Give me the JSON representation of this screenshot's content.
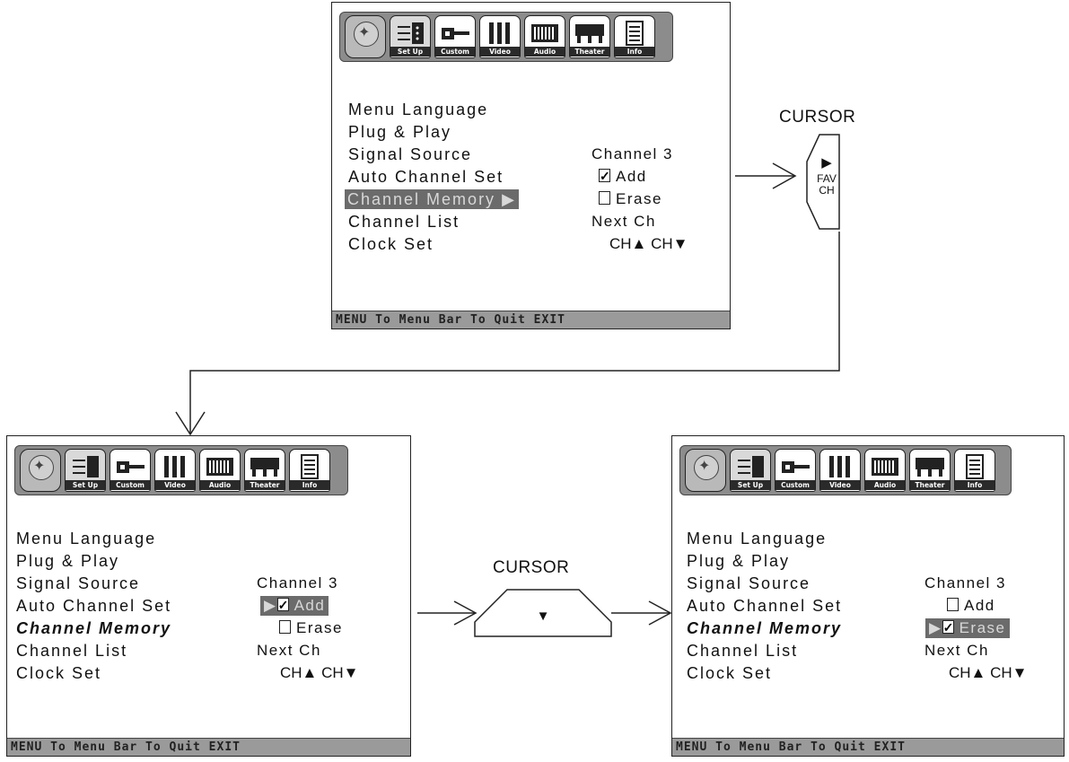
{
  "tabs": [
    {
      "label": "",
      "icon": "navigation-diamond-icon"
    },
    {
      "label": "Set Up",
      "icon": "setup-icon"
    },
    {
      "label": "Custom",
      "icon": "custom-icon"
    },
    {
      "label": "Video",
      "icon": "video-icon"
    },
    {
      "label": "Audio",
      "icon": "audio-icon"
    },
    {
      "label": "Theater",
      "icon": "theater-icon"
    },
    {
      "label": "Info",
      "icon": "info-icon"
    }
  ],
  "menu": {
    "menu_language": "Menu Language",
    "plug_play": "Plug & Play",
    "signal_source": "Signal Source",
    "auto_channel_set": "Auto Channel Set",
    "channel_memory": "Channel Memory",
    "channel_list": "Channel List",
    "clock_set": "Clock Set"
  },
  "values": {
    "signal_source_value": "Channel  3",
    "add": "Add",
    "erase": "Erase",
    "next_ch": "Next Ch",
    "ch_updown": "CH▲ CH▼",
    "submenu_arrow": "▶"
  },
  "status_bar": "MENU To Menu Bar  To Quit EXIT",
  "cursor_top": {
    "label": "CURSOR",
    "arrow": "▶",
    "line1": "FAV",
    "line2": "CH"
  },
  "cursor_bottom": {
    "label": "CURSOR",
    "arrow": "▼"
  }
}
